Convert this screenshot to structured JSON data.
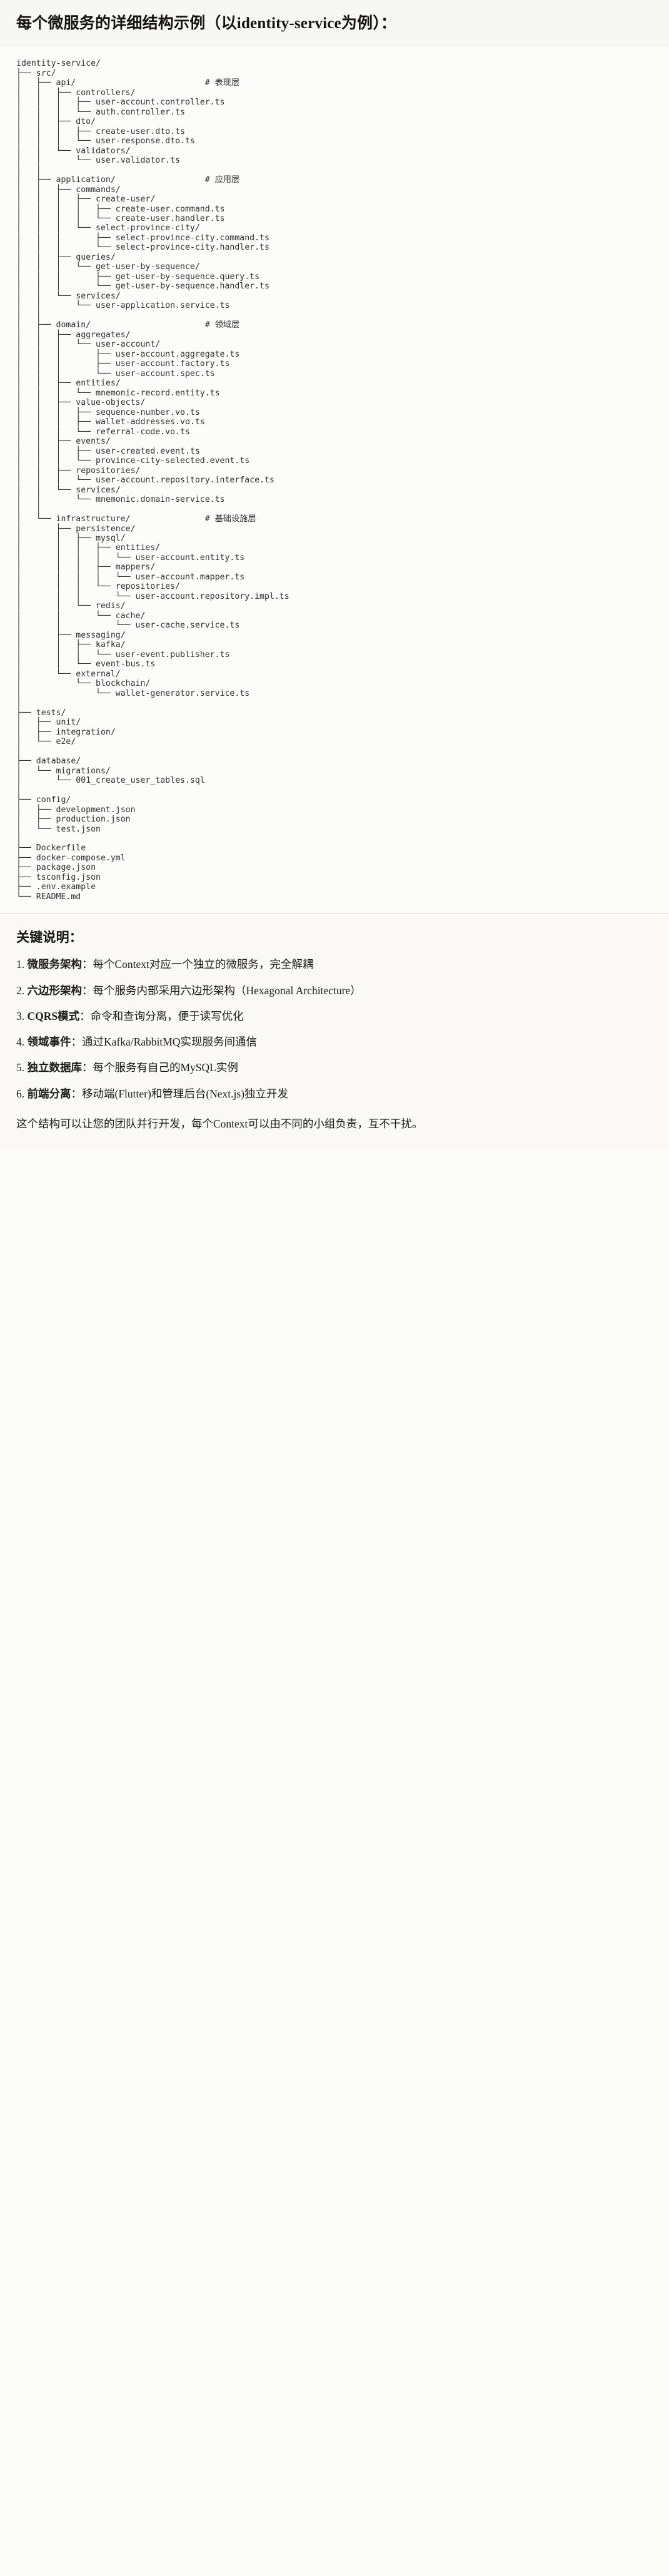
{
  "header": {
    "title": "每个微服务的详细结构示例（以identity-service为例）："
  },
  "tree": {
    "text": "identity-service/\n├── src/\n│   ├── api/                          # 表现层\n│   │   ├── controllers/\n│   │   │   ├── user-account.controller.ts\n│   │   │   └── auth.controller.ts\n│   │   ├── dto/\n│   │   │   ├── create-user.dto.ts\n│   │   │   └── user-response.dto.ts\n│   │   └── validators/\n│   │       └── user.validator.ts\n│   │\n│   ├── application/                  # 应用层\n│   │   ├── commands/\n│   │   │   ├── create-user/\n│   │   │   │   ├── create-user.command.ts\n│   │   │   │   └── create-user.handler.ts\n│   │   │   └── select-province-city/\n│   │   │       ├── select-province-city.command.ts\n│   │   │       └── select-province-city.handler.ts\n│   │   ├── queries/\n│   │   │   └── get-user-by-sequence/\n│   │   │       ├── get-user-by-sequence.query.ts\n│   │   │       └── get-user-by-sequence.handler.ts\n│   │   └── services/\n│   │       └── user-application.service.ts\n│   │\n│   ├── domain/                       # 领域层\n│   │   ├── aggregates/\n│   │   │   └── user-account/\n│   │   │       ├── user-account.aggregate.ts\n│   │   │       ├── user-account.factory.ts\n│   │   │       └── user-account.spec.ts\n│   │   ├── entities/\n│   │   │   └── mnemonic-record.entity.ts\n│   │   ├── value-objects/\n│   │   │   ├── sequence-number.vo.ts\n│   │   │   ├── wallet-addresses.vo.ts\n│   │   │   └── referral-code.vo.ts\n│   │   ├── events/\n│   │   │   ├── user-created.event.ts\n│   │   │   └── province-city-selected.event.ts\n│   │   ├── repositories/\n│   │   │   └── user-account.repository.interface.ts\n│   │   └── services/\n│   │       └── mnemonic.domain-service.ts\n│   │\n│   └── infrastructure/               # 基础设施层\n│       ├── persistence/\n│       │   ├── mysql/\n│       │   │   ├── entities/\n│       │   │   │   └── user-account.entity.ts\n│       │   │   ├── mappers/\n│       │   │   │   └── user-account.mapper.ts\n│       │   │   └── repositories/\n│       │   │       └── user-account.repository.impl.ts\n│       │   └── redis/\n│       │       └── cache/\n│       │           └── user-cache.service.ts\n│       ├── messaging/\n│       │   ├── kafka/\n│       │   │   └── user-event.publisher.ts\n│       │   └── event-bus.ts\n│       └── external/\n│           └── blockchain/\n│               └── wallet-generator.service.ts\n│\n├── tests/\n│   ├── unit/\n│   ├── integration/\n│   └── e2e/\n│\n├── database/\n│   └── migrations/\n│       └── 001_create_user_tables.sql\n│\n├── config/\n│   ├── development.json\n│   ├── production.json\n│   └── test.json\n│\n├── Dockerfile\n├── docker-compose.yml\n├── package.json\n├── tsconfig.json\n├── .env.example\n└── README.md"
  },
  "keypoints": {
    "title": "关键说明：",
    "items": [
      {
        "num": "1.",
        "term": "微服务架构",
        "sep": "：",
        "desc": "每个Context对应一个独立的微服务，完全解耦"
      },
      {
        "num": "2.",
        "term": "六边形架构",
        "sep": "：",
        "desc": "每个服务内部采用六边形架构（Hexagonal Architecture）"
      },
      {
        "num": "3.",
        "term": "CQRS模式",
        "sep": "：",
        "desc": "命令和查询分离，便于读写优化"
      },
      {
        "num": "4.",
        "term": "领域事件",
        "sep": "：",
        "desc": "通过Kafka/RabbitMQ实现服务间通信"
      },
      {
        "num": "5.",
        "term": "独立数据库",
        "sep": "：",
        "desc": "每个服务有自己的MySQL实例"
      },
      {
        "num": "6.",
        "term": "前端分离",
        "sep": "：",
        "desc": "移动端(Flutter)和管理后台(Next.js)独立开发"
      }
    ],
    "footer": "这个结构可以让您的团队并行开发，每个Context可以由不同的小组负责，互不干扰。"
  },
  "layer_comments": {
    "api": "# 表现层",
    "application": "# 应用层",
    "domain": "# 领域层",
    "infrastructure": "# 基础设施层"
  },
  "colors": {
    "page_bg": "#fbfbf9",
    "header_bg": "#f7f7f4",
    "code_bg": "#fcfcfa",
    "text": "#1b1b19",
    "code_text": "#2e2f33",
    "divider": "#e4e3dd"
  }
}
